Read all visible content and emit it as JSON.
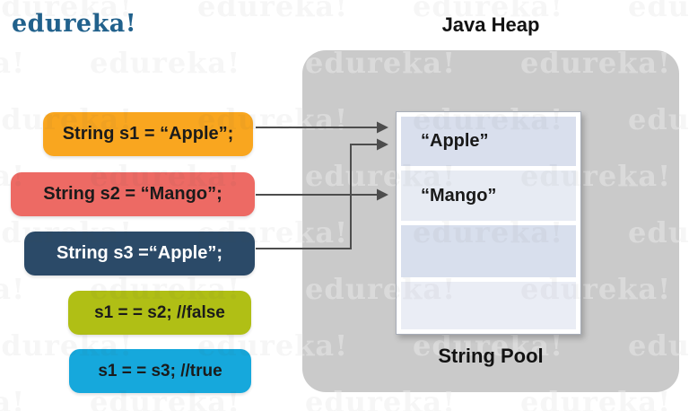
{
  "logo": {
    "text": "edureka!",
    "color": "#21618C"
  },
  "watermark": {
    "text": "edureka!"
  },
  "heap": {
    "title": "Java Heap",
    "pool_label": "String Pool",
    "box_color": "#CACACA",
    "pool_cells": [
      {
        "name": "apple",
        "label": "“Apple”",
        "fill": "#D9DFED"
      },
      {
        "name": "mango",
        "label": "“Mango”",
        "fill": "#E7EBF3"
      },
      {
        "name": "empty-1",
        "label": "",
        "fill": "#D8DFED"
      },
      {
        "name": "empty-2",
        "label": "",
        "fill": "#EAEDF5"
      }
    ]
  },
  "code_boxes": [
    {
      "name": "s1-declaration",
      "label": "String s1 = “Apple”;",
      "bg": "#F9A61F",
      "fg": "#1B1B1B"
    },
    {
      "name": "s2-declaration",
      "label": "String s2 = “Mango”;",
      "bg": "#ED6A64",
      "fg": "#1B1B1B"
    },
    {
      "name": "s3-declaration",
      "label": "String s3 =“Apple”;",
      "bg": "#2B4A68",
      "fg": "#FFFFFF"
    },
    {
      "name": "compare-s1-s2",
      "label": "s1 = = s2; //false",
      "bg": "#B0BF15",
      "fg": "#1B1B1B"
    },
    {
      "name": "compare-s1-s3",
      "label": "s1 = = s3; //true",
      "bg": "#16A8DC",
      "fg": "#1B1B1B"
    }
  ],
  "arrows": [
    {
      "name": "arrow-s1-to-apple",
      "from": "s1",
      "to": "apple"
    },
    {
      "name": "arrow-s2-to-mango",
      "from": "s2",
      "to": "mango"
    },
    {
      "name": "arrow-s3-to-apple",
      "from": "s3",
      "to": "apple"
    }
  ],
  "arrow_color": "#4D4D4D"
}
